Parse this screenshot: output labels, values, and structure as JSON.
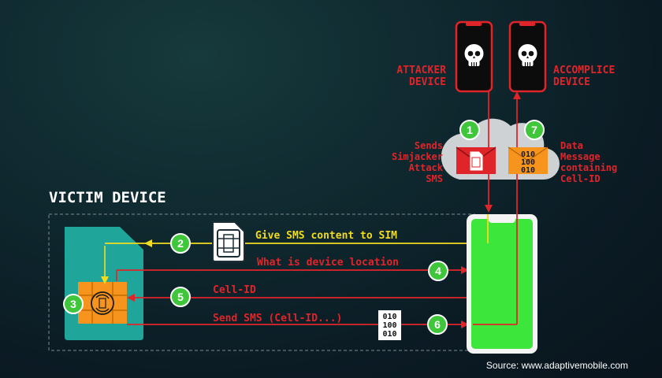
{
  "title": "VICTIM DEVICE",
  "source": "Source: www.adaptivemobile.com",
  "devices": {
    "attacker": [
      "ATTACKER",
      "DEVICE"
    ],
    "accomplice": [
      "ACCOMPLICE",
      "DEVICE"
    ]
  },
  "cloud_left_label": [
    "Sends",
    "Simjacker",
    "Attack",
    "SMS"
  ],
  "cloud_right_label": [
    "Data",
    "Message",
    "containing",
    "Cell-ID"
  ],
  "binary_lines": [
    "010",
    "100",
    "010"
  ],
  "steps": [
    {
      "num": "1"
    },
    {
      "num": "2",
      "label": "Give SMS content to SIM"
    },
    {
      "num": "3"
    },
    {
      "num": "4",
      "label": "What is device location"
    },
    {
      "num": "5",
      "label": "Cell-ID"
    },
    {
      "num": "6",
      "label": "Send SMS (Cell-ID...)"
    },
    {
      "num": "7"
    }
  ],
  "colors": {
    "red": "#e0252a",
    "yellow": "#f2dc1e",
    "green": "#3fc63a",
    "teal": "#20a59a",
    "orange": "#f7941d",
    "cloud": "#cfd2d4",
    "background": "#0d2229"
  },
  "icons": [
    "skull-icon",
    "sim-card-icon",
    "envelope-icon",
    "sim-chip-icon"
  ]
}
